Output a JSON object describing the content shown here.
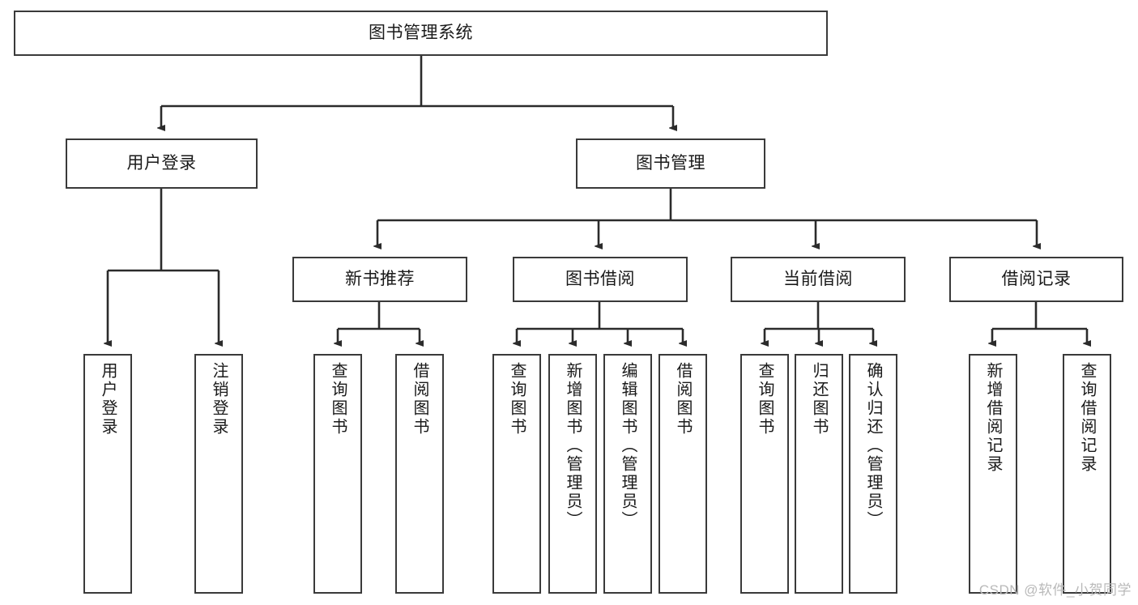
{
  "diagram": {
    "title": "图书管理系统",
    "watermark": "CSDN @软件_小贺同学",
    "colors": {
      "stroke": "#3a3a3a",
      "fill": "#ffffff",
      "text": "#1a1a1a",
      "watermark": "#b9b9b9"
    },
    "root": {
      "label": "图书管理系统"
    },
    "level2": [
      {
        "label": "用户登录"
      },
      {
        "label": "图书管理"
      }
    ],
    "level3": [
      {
        "label": "新书推荐"
      },
      {
        "label": "图书借阅"
      },
      {
        "label": "当前借阅"
      },
      {
        "label": "借阅记录"
      }
    ],
    "leaves": {
      "user_login": [
        {
          "label": "用户登录"
        },
        {
          "label": "注销登录"
        }
      ],
      "new_book": [
        {
          "label": "查询图书"
        },
        {
          "label": "借阅图书"
        }
      ],
      "book_borrow": [
        {
          "label": "查询图书"
        },
        {
          "label": "新增图书（管理员）"
        },
        {
          "label": "编辑图书（管理员）"
        },
        {
          "label": "借阅图书"
        }
      ],
      "current_borrow": [
        {
          "label": "查询图书"
        },
        {
          "label": "归还图书"
        },
        {
          "label": "确认归还（管理员）"
        }
      ],
      "borrow_record": [
        {
          "label": "新增借阅记录"
        },
        {
          "label": "查询借阅记录"
        }
      ]
    }
  }
}
